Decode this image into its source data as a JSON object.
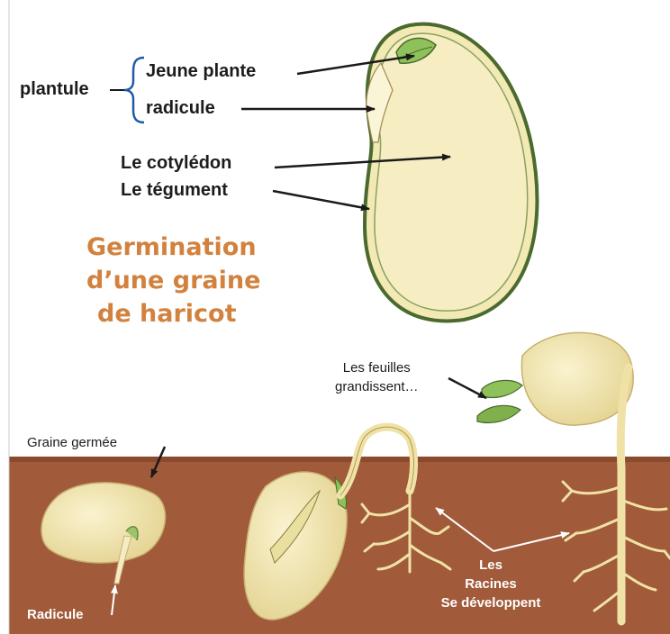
{
  "title": {
    "lines": [
      "Germination",
      "d’une graine",
      "de haricot"
    ]
  },
  "seed_labels": {
    "plantule": "plantule",
    "jeune_plante": "Jeune plante",
    "radicule": "radicule",
    "cotyledon": "Le cotylédon",
    "tegument": "Le tégument"
  },
  "germination_labels": {
    "feuilles_line1": "Les feuilles",
    "feuilles_line2": "grandissent…",
    "graine_germee": "Graine germée",
    "radicule": "Radicule",
    "racines_line1": "Les",
    "racines_line2": "Racines",
    "racines_line3": "Se développent"
  },
  "colors": {
    "title": "#d2823e",
    "soil": "#a15a3a",
    "seed": "#f3e9b5",
    "seed_outline": "#5a7a3a",
    "leaf": "#8fc15a",
    "root": "#f0e2a6"
  }
}
